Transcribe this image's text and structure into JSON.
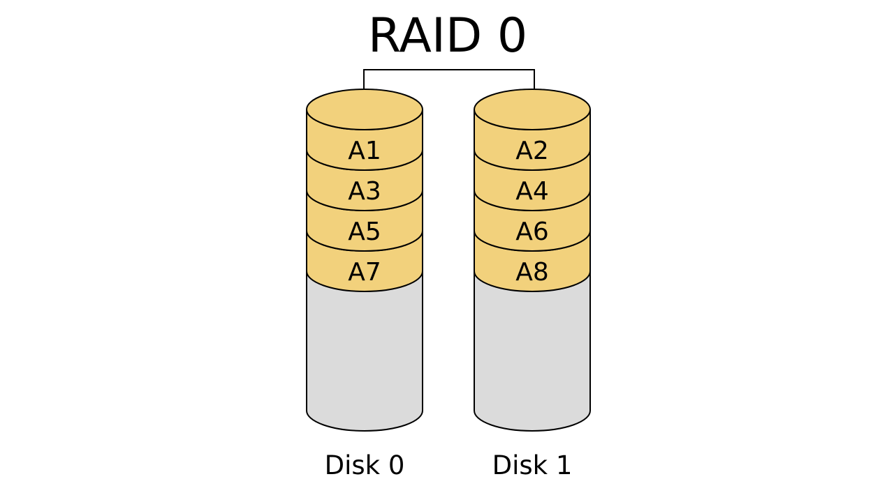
{
  "title": "RAID 0",
  "colors": {
    "data_block": "#f2d17c",
    "empty_space": "#dbdbdb",
    "outline": "#000000",
    "background": "#ffffff"
  },
  "disks": [
    {
      "label": "Disk 0",
      "blocks": [
        "A1",
        "A3",
        "A5",
        "A7"
      ]
    },
    {
      "label": "Disk 1",
      "blocks": [
        "A2",
        "A4",
        "A6",
        "A8"
      ]
    }
  ]
}
